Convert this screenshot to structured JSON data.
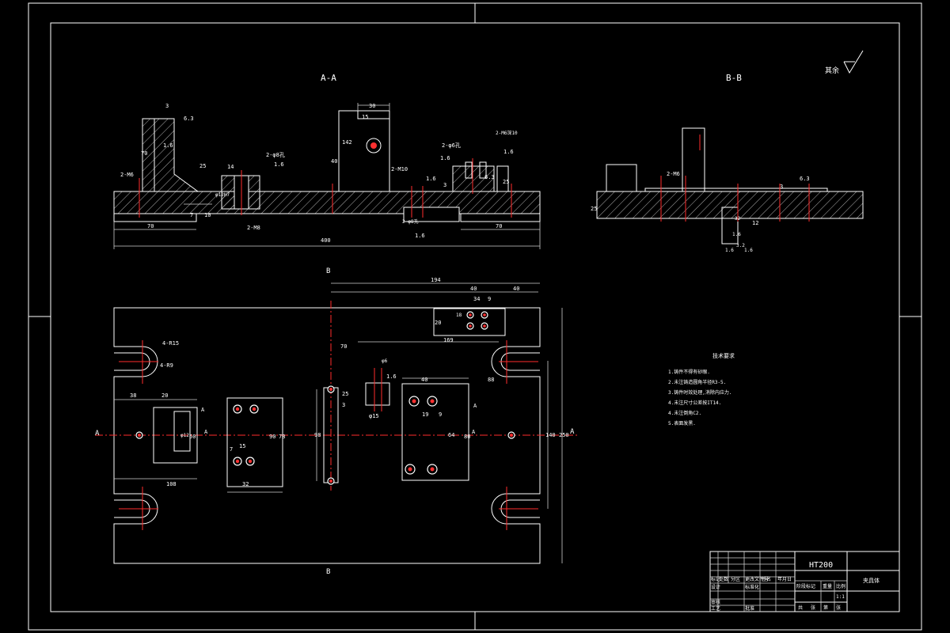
{
  "views": {
    "section_aa": {
      "title": "A-A"
    },
    "section_bb": {
      "title": "B-B"
    }
  },
  "roughness_note": {
    "text": "其余"
  },
  "dims_aa": {
    "d3": "3",
    "d70": "70",
    "d16a": "1.6",
    "d6_3a": "6.3",
    "d25": "25",
    "d2m6": "2-M6",
    "d2m8_top": "2-φ8孔",
    "d16b": "1.6",
    "d14": "14",
    "d12_h7": "φ12H7",
    "d30": "30",
    "d15": "15",
    "d142": "142",
    "d40": "40",
    "d2m10": "2-M10",
    "d2m6_top": "2-φ6孔",
    "d2m6_10": "2-M6深10",
    "d16c": "1.6",
    "d3b": "3",
    "d16d": "1.6",
    "d16e": "1.6",
    "d16f": "1.6",
    "d2m8": "2-M8",
    "d2m8_bot": "2-φ8孔",
    "d7": "7",
    "d10": "10",
    "d70_left": "70",
    "d70_right": "70",
    "d400": "400",
    "d63": "6.3",
    "d25b": "25"
  },
  "dims_bb": {
    "d2m6": "2-M6",
    "d63": "6.3",
    "d3": "3",
    "d25": "25",
    "d32": "32",
    "d12": "12",
    "d16": "1.6",
    "d3b": "3.2",
    "d16b": "1.6",
    "d2m8": "1.6"
  },
  "dims_plan": {
    "b_top": "B",
    "b_bottom": "B",
    "a_left": "A",
    "a_right": "A",
    "a_mid1": "A",
    "a_mid2": "A",
    "a_mid3": "A",
    "a_mid4": "A",
    "d194": "194",
    "d40a": "40",
    "d40b": "40",
    "d34": "34",
    "d9": "9",
    "d18": "18",
    "d20": "20",
    "d169": "169",
    "d70": "70",
    "d88": "88",
    "d40c": "40",
    "d25": "25",
    "d3": "3",
    "d15": "φ15",
    "d19": "19",
    "d9b": "9",
    "d64": "64",
    "d16": "1.6",
    "d6": "φ6",
    "d38": "38",
    "d20b": "20",
    "d4r15": "4-R15",
    "d4r9": "4-R9",
    "d50": "50",
    "d12": "φ12",
    "d90": "90",
    "d78": "78",
    "d7": "7",
    "d15b": "15",
    "d32": "32",
    "d108": "108",
    "d98": "98",
    "d80": "80",
    "d140": "140",
    "d250": "250"
  },
  "tech_req": {
    "title": "技术要求",
    "items": [
      "1.铸件不得有砂眼.",
      "2.未注铸造圆角半径R3-5.",
      "3.铸件时效处理,消除内应力.",
      "4.未注尺寸公差按IT14.",
      "4.未注倒角C2.",
      "5.表面发黑."
    ]
  },
  "title_block": {
    "material": "HT200",
    "part_name": "夹具体",
    "cells": [
      "标记",
      "处数",
      "分区",
      "更改文件号",
      "签名",
      "年月日",
      "设计",
      "标准化",
      "审核",
      "工艺",
      "批准",
      "阶段标记",
      "重量",
      "比例",
      "1:1",
      "共",
      "张",
      "第",
      "张"
    ]
  }
}
